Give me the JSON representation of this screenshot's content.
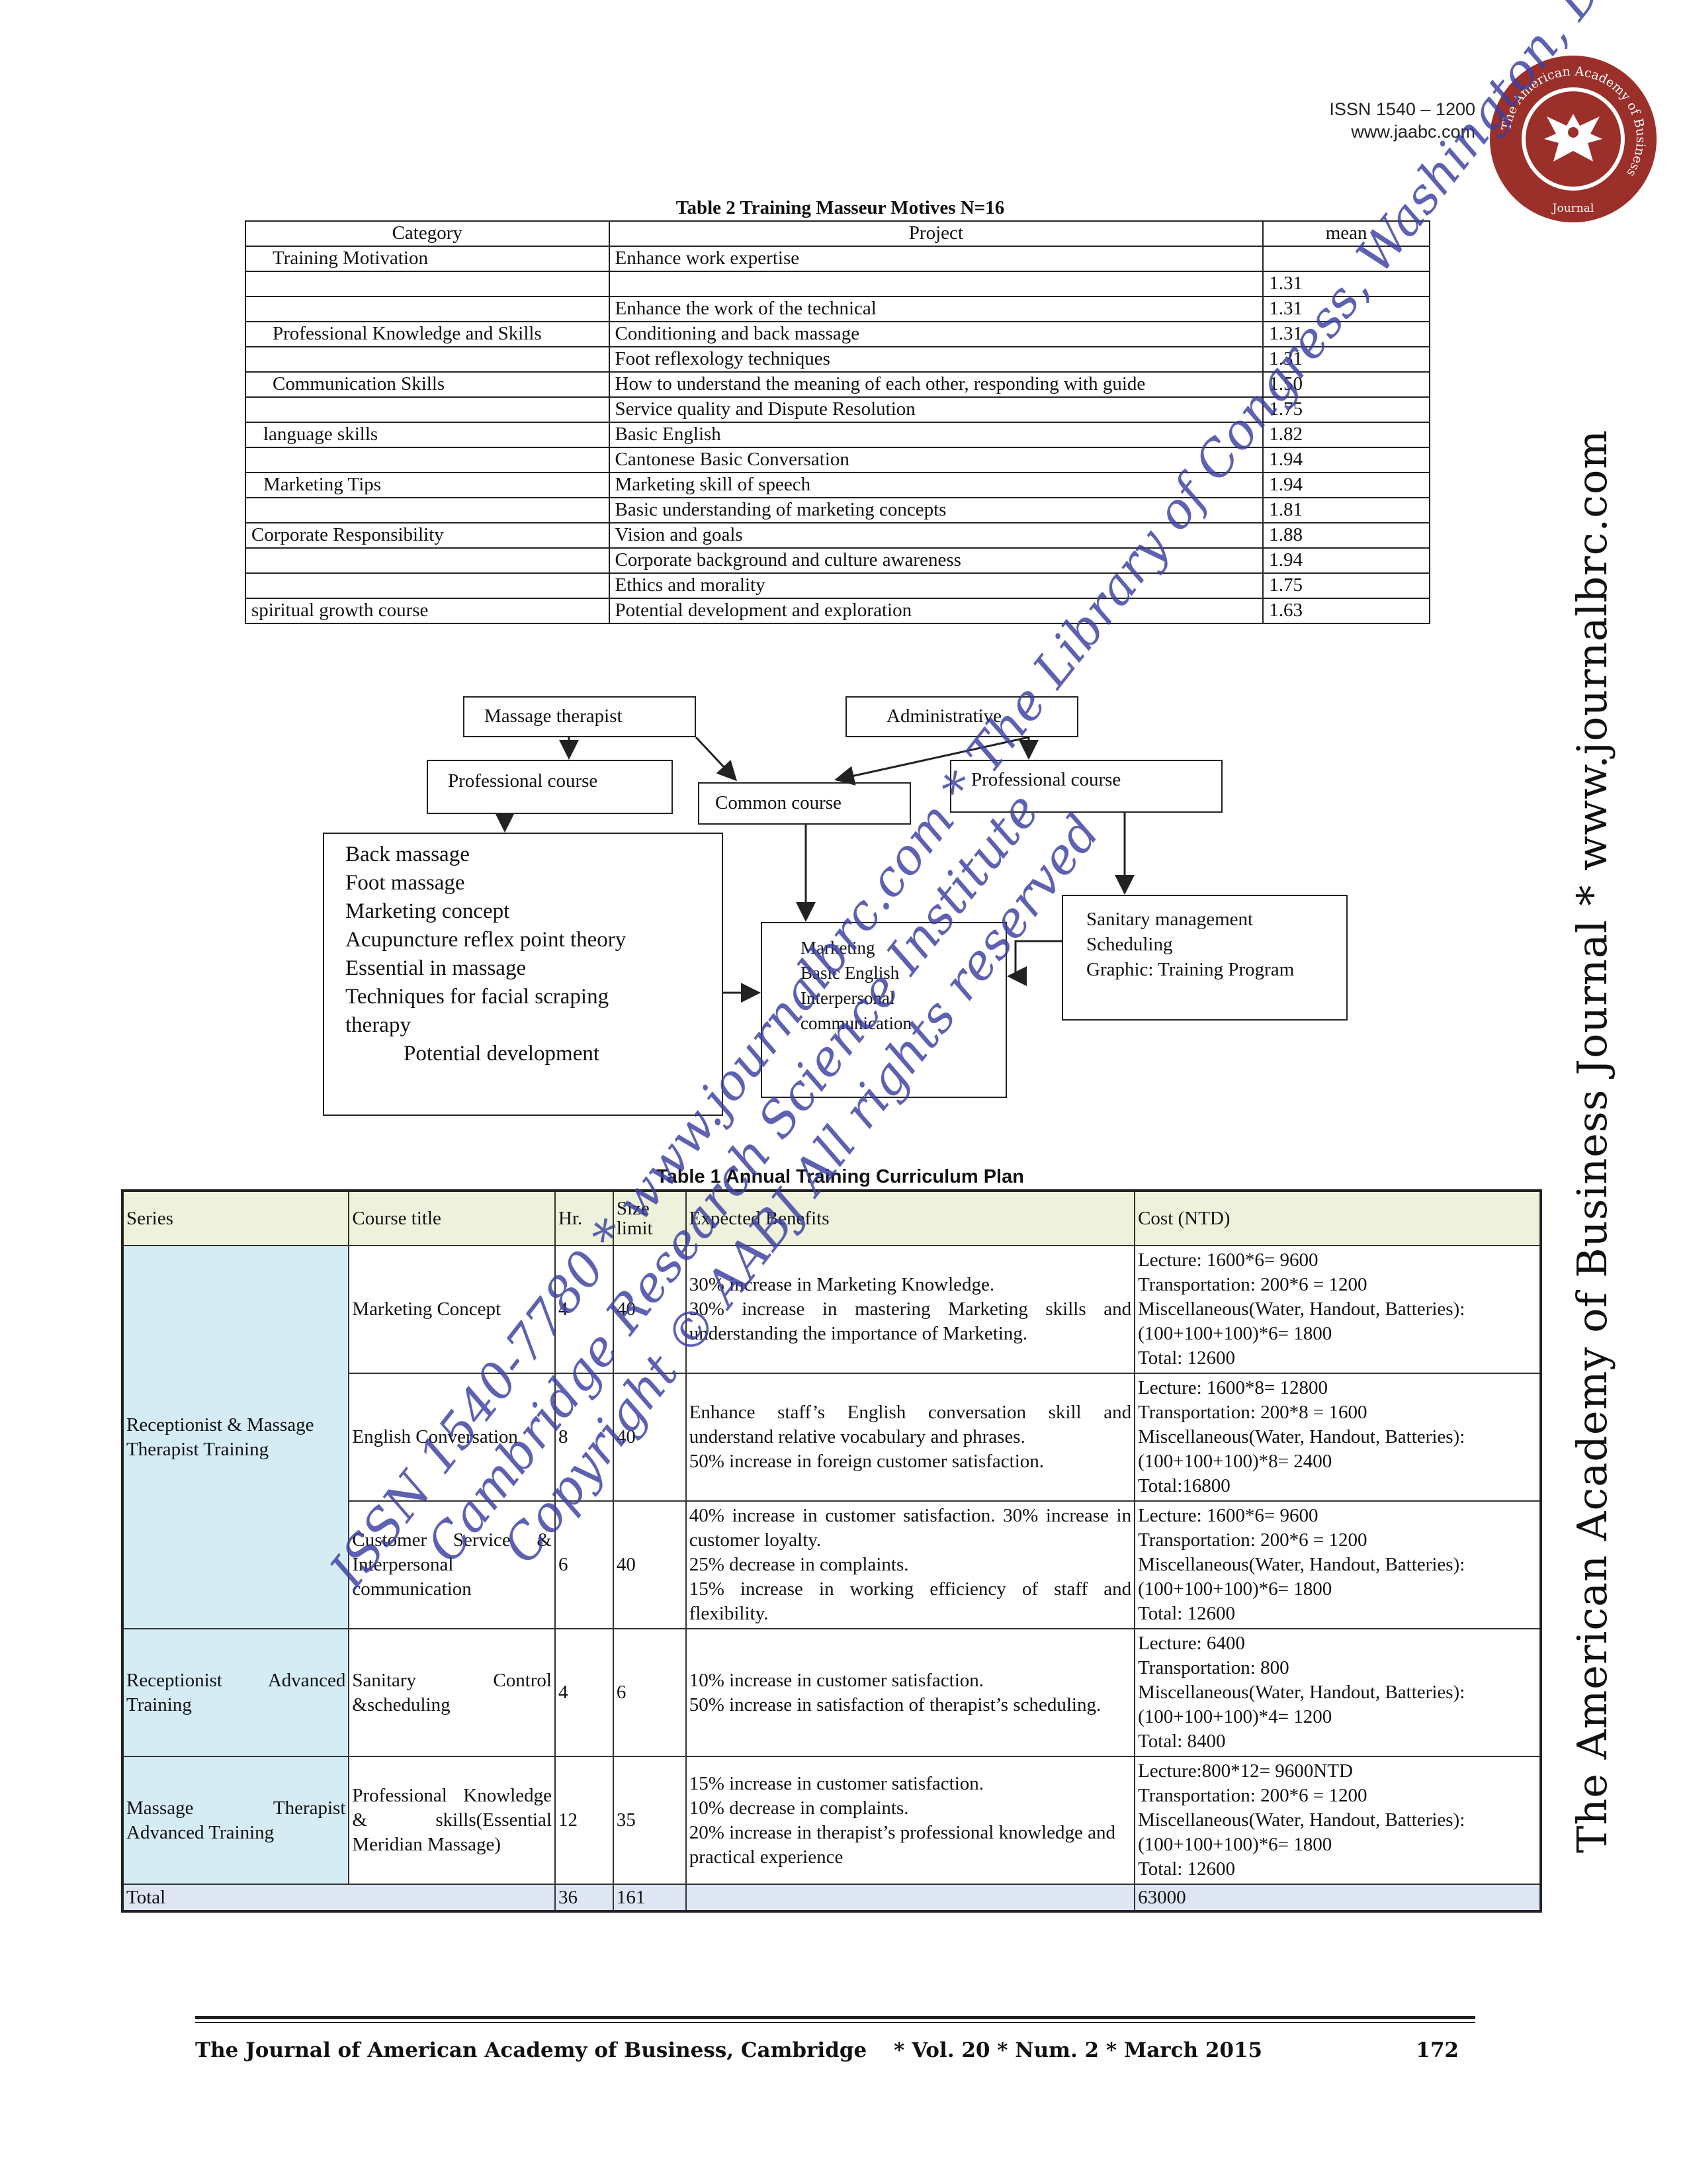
{
  "header": {
    "issn": "ISSN 1540 – 1200",
    "website": "www.jaabc.com"
  },
  "seal": {
    "ring_text": "The American Academy of Business",
    "bottom_text": "Journal",
    "color": "#9b2f2a"
  },
  "sidebar_title": "The American Academy of Business Journal * www.journalbrc.com",
  "table2": {
    "caption": "Table 2 Training Masseur Motives N=16",
    "headers": [
      "Category",
      "Project",
      "mean"
    ],
    "rows": [
      [
        "Training Motivation",
        "Enhance work expertise",
        ""
      ],
      [
        "",
        "",
        "1.31"
      ],
      [
        "",
        "Enhance the work of the technical",
        "1.31"
      ],
      [
        "Professional Knowledge and Skills",
        "Conditioning and back massage",
        "1.31"
      ],
      [
        "",
        "Foot reflexology techniques",
        "1.31"
      ],
      [
        "Communication Skills",
        "How to understand the meaning of each other, responding with guide",
        "1.50"
      ],
      [
        "",
        "Service quality and Dispute Resolution",
        "1.75"
      ],
      [
        "language skills",
        "Basic English",
        "1.82"
      ],
      [
        "",
        "Cantonese Basic Conversation",
        "1.94"
      ],
      [
        "Marketing Tips",
        "Marketing skill of speech",
        "1.94"
      ],
      [
        "",
        "Basic understanding of marketing concepts",
        "1.81"
      ],
      [
        "Corporate Responsibility",
        "Vision and goals",
        "1.88"
      ],
      [
        "",
        "Corporate background and culture awareness",
        "1.94"
      ],
      [
        "",
        "Ethics and morality",
        "1.75"
      ],
      [
        "spiritual growth course",
        "Potential development and exploration",
        "1.63"
      ]
    ]
  },
  "diagram": {
    "massage_therapist": "Massage therapist",
    "administrative": "Administrative",
    "professional_course_left": "Professional course",
    "common_course": "Common course",
    "professional_course_right": "Professional course",
    "left_items": [
      "Back massage",
      "Foot massage",
      "Marketing concept",
      "Acupuncture reflex point theory",
      "Essential in massage",
      "Techniques for facial scraping",
      "therapy",
      "Potential development"
    ],
    "center_items": [
      "Marketing",
      "Basic English",
      "Interpersonal",
      "communication"
    ],
    "right_items": [
      "Sanitary management",
      "Scheduling",
      "Graphic: Training Program"
    ]
  },
  "table1": {
    "caption": "Table 1 Annual Training Curriculum Plan",
    "headers": {
      "series": "Series",
      "course": "Course title",
      "hr": "Hr.",
      "size": "Size limit",
      "benefits": "Expected Benefits",
      "cost": "Cost (NTD)"
    },
    "groups": [
      {
        "series": "Receptionist & Massage Therapist Training",
        "courses": [
          {
            "title": "Marketing Concept",
            "hr": "4",
            "size": "40",
            "benefits": [
              "30% increase in Marketing Knowledge.",
              "30% increase in mastering Marketing skills and understanding the importance of Marketing."
            ],
            "cost": [
              "Lecture: 1600*6= 9600",
              "Transportation: 200*6 = 1200",
              "Miscellaneous(Water, Handout, Batteries):(100+100+100)*6= 1800",
              "Total: 12600"
            ]
          },
          {
            "title": "English Conversation",
            "hr": "8",
            "size": "40",
            "benefits": [
              "Enhance staff’s English conversation skill and understand relative vocabulary and phrases.",
              "50% increase in foreign customer satisfaction."
            ],
            "cost": [
              "Lecture: 1600*8= 12800",
              "Transportation: 200*8 = 1600",
              "Miscellaneous(Water, Handout, Batteries):(100+100+100)*8= 2400",
              "Total:16800"
            ]
          },
          {
            "title": "Customer Service & Interpersonal communication",
            "hr": "6",
            "size": "40",
            "benefits": [
              "40% increase in customer satisfaction. 30% increase in customer loyalty.",
              "25% decrease in complaints.",
              "15% increase in working efficiency of staff and flexibility."
            ],
            "cost": [
              "Lecture: 1600*6= 9600",
              "Transportation: 200*6 = 1200",
              "Miscellaneous(Water, Handout, Batteries):(100+100+100)*6= 1800",
              "Total: 12600"
            ]
          }
        ]
      },
      {
        "series": "Receptionist Advanced Training",
        "courses": [
          {
            "title": "Sanitary Control &scheduling",
            "hr": "4",
            "size": "6",
            "benefits": [
              "10% increase in customer satisfaction.",
              "50% increase in satisfaction of therapist’s scheduling."
            ],
            "cost": [
              "Lecture: 6400",
              "Transportation: 800",
              "Miscellaneous(Water, Handout, Batteries):(100+100+100)*4= 1200",
              "Total: 8400"
            ]
          }
        ]
      },
      {
        "series": "Massage Therapist Advanced Training",
        "courses": [
          {
            "title": "Professional Knowledge & skills(Essential Meridian Massage)",
            "hr": "12",
            "size": "35",
            "benefits": [
              "15% increase in customer satisfaction.",
              "10% decrease in complaints.",
              "20% increase in therapist’s professional knowledge and practical experience"
            ],
            "cost": [
              "Lecture:800*12= 9600NTD",
              "Transportation: 200*6 = 1200",
              "Miscellaneous(Water, Handout, Batteries):(100+100+100)*6= 1800",
              "Total: 12600"
            ]
          }
        ]
      }
    ],
    "total": {
      "label": "Total",
      "hr": "36",
      "size": "161",
      "benefits": "",
      "cost": "63000"
    }
  },
  "watermark": {
    "lines": [
      "ISSN 1540-7780 * www.journalbrc.com",
      "Cambridge Research Science Institute",
      "Copyright © AABJ All rights reserved"
    ],
    "line_alt": "* The Library of Congress, Washington, DC",
    "color": "#3b3fa0"
  },
  "footer": {
    "journal": "The Journal of American Academy of Business, Cambridge",
    "issue": "*   Vol. 20  *  Num. 2  *  March  2015",
    "page": "172"
  }
}
